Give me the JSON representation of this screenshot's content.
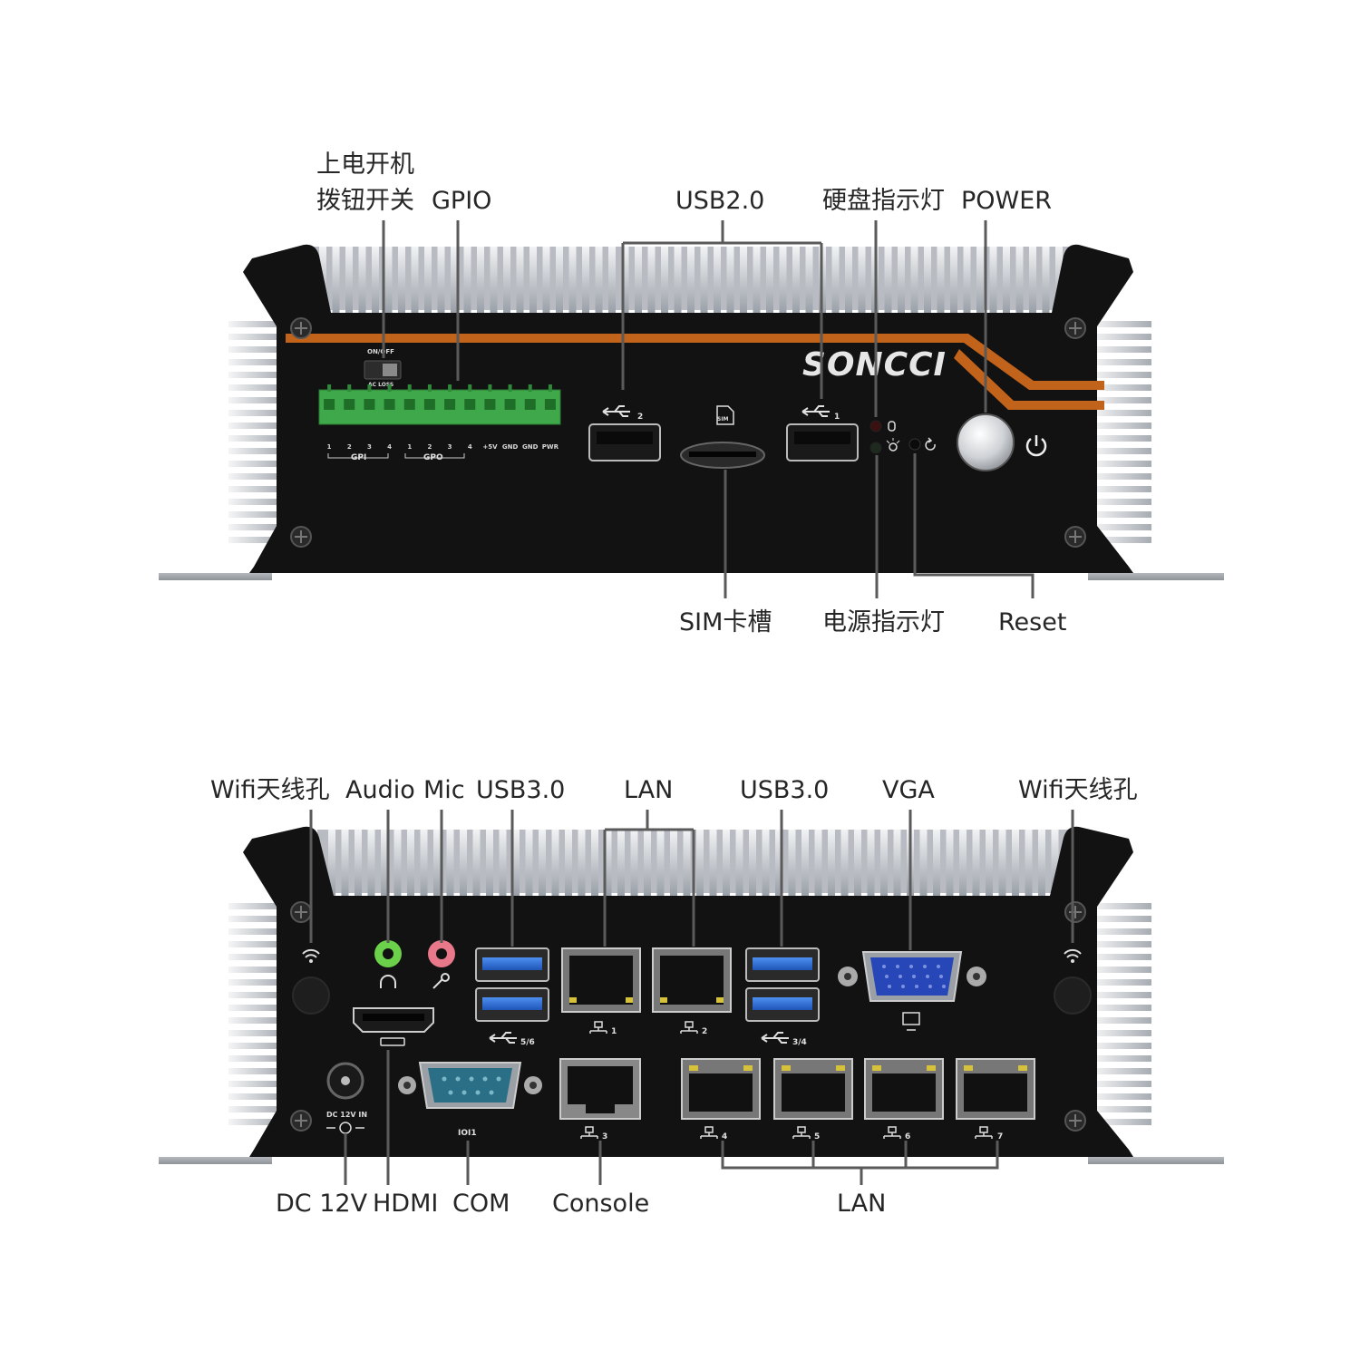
{
  "front_panel": {
    "brand": "SONCCI",
    "switch_top": "ON/OFF",
    "switch_bottom": "AC LOSS",
    "gpio_pins": [
      "1",
      "2",
      "3",
      "4",
      "1",
      "2",
      "3",
      "4",
      "+5V",
      "GND",
      "GND",
      "PWR"
    ],
    "gpi_group": "GPI",
    "gpo_group": "GPO",
    "usb_port_1_num": "2",
    "usb_port_2_num": "1",
    "sim_icon_text": "SIM",
    "labels": {
      "power_switch_line1": "上电开机",
      "power_switch_line2": "拨钮开关",
      "gpio": "GPIO",
      "usb20": "USB2.0",
      "hdd_led": "硬盘指示灯",
      "power": "POWER",
      "sim_slot": "SIM卡槽",
      "power_led": "电源指示灯",
      "reset": "Reset"
    }
  },
  "rear_panel": {
    "usb_left_nums": "5/6",
    "usb_right_nums": "3/4",
    "lan_top": [
      "1",
      "2"
    ],
    "console_num": "3",
    "lan_bottom": [
      "4",
      "5",
      "6",
      "7"
    ],
    "com_icon_text": "IOI1",
    "dc_text": "DC 12V IN",
    "labels": {
      "wifi_left": "Wifi天线孔",
      "audio": "Audio",
      "mic": "Mic",
      "usb30_left": "USB3.0",
      "lan_top": "LAN",
      "usb30_right": "USB3.0",
      "vga": "VGA",
      "wifi_right": "Wifi天线孔",
      "dc": "DC 12V",
      "hdmi": "HDMI",
      "com": "COM",
      "console": "Console",
      "lan_bottom": "LAN"
    }
  },
  "colors": {
    "chassis": "#121212",
    "accent_stripe": "#c2631b",
    "fins": "#d0d3d8",
    "terminal_green": "#3fa84a",
    "usb3_blue": "#2f6fd6",
    "vga_blue": "#2746b8",
    "audio_green": "#6bd14a",
    "mic_pink": "#e8788a"
  }
}
